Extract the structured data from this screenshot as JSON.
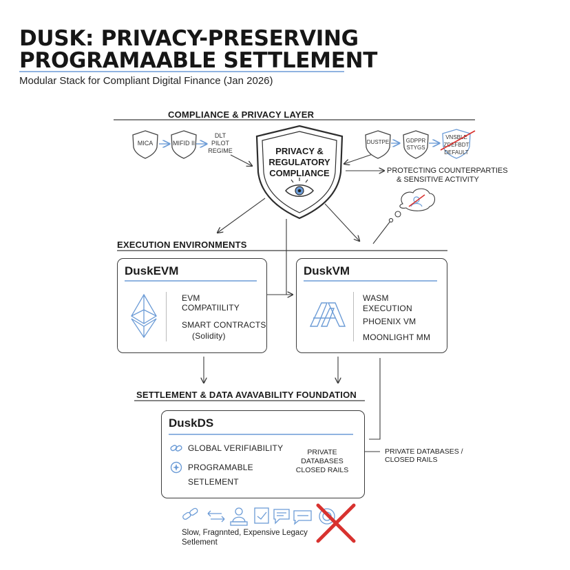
{
  "header": {
    "title_line1": "DUSK: PRIVACY-PRESERVING",
    "title_line2": "PROGRAMAABLE SETTLEMENT",
    "subtitle": "Modular Stack for Compliant Digital Finance (Jan 2026)"
  },
  "compliance": {
    "section_label": "COMPLIANCE & PRIVACY LAYER",
    "shield_left": [
      "MICA",
      "MIFID II"
    ],
    "dlt_lines": [
      "DLT",
      "PILOT",
      "REGIME"
    ],
    "central_lines": [
      "PRIVACY &",
      "REGULATORY",
      "COMPLIANCE"
    ],
    "right_shields": [
      "DUSTPE",
      "GDPPR STYGS",
      "VNSBLE ZDEFBDT DEFAULT"
    ],
    "protect_lines": [
      "PROTECTING COUNTERPARTIES",
      "& SENSITIVE ACTIVITY"
    ]
  },
  "execution": {
    "section_label": "EXECUTION ENVIRONMENTS",
    "evm": {
      "title": "DuskEVM",
      "items": [
        "EVM",
        "COMPATIILITY",
        "SMART CONTRACTS",
        "(Solidity)"
      ]
    },
    "vm": {
      "title": "DuskVM",
      "items": [
        "WASM",
        "EXECUTION",
        "PHOENIX VM",
        "MOONLIGHT MM"
      ]
    }
  },
  "settlement": {
    "section_label": "SETTLEMENT & DATA AVAVABILITY FOUNDATION",
    "ds": {
      "title": "DuskDS",
      "items": [
        "GLOBAL VERIFIABILITY",
        "PROGRAMABLE",
        "SETLEMENT"
      ],
      "private_lines": [
        "PRIVATE",
        "DATABASES",
        "CLOSED RAILS"
      ]
    },
    "external_lines": [
      "PRIVATE DATABASES /",
      "CLOSED RAILS"
    ]
  },
  "legacy": {
    "lines": [
      "Slow, Fragnnted, Expensive Legacy",
      "Setlement"
    ]
  },
  "colors": {
    "accent": "#8fb3e0",
    "icon_blue": "#6b9bd6",
    "cross_red": "#d8322f",
    "ink": "#3a3a3a"
  }
}
